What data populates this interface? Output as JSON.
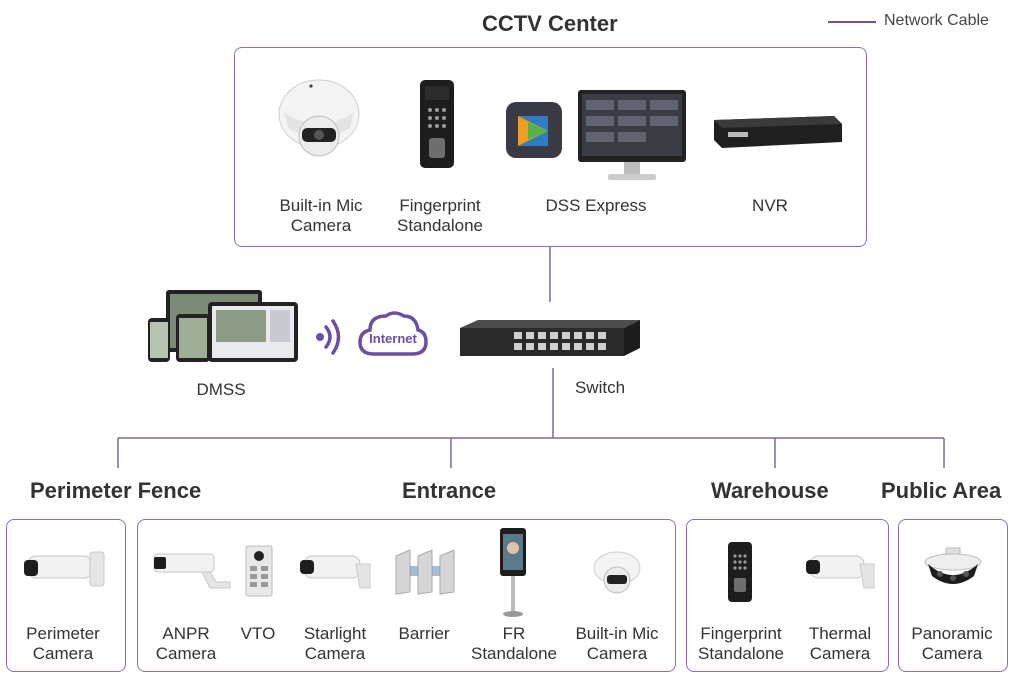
{
  "legend": {
    "label": "Network Cable",
    "color": "#6b4fa0"
  },
  "center": {
    "title": "CCTV Center",
    "devices": [
      {
        "icon": "dome-camera-icon",
        "lines": [
          "Built-in Mic",
          "Camera"
        ]
      },
      {
        "icon": "fingerprint-reader-icon",
        "lines": [
          "Fingerprint",
          "Standalone"
        ]
      },
      {
        "icon": "dss-monitor-icon",
        "lines": [
          "DSS Express"
        ]
      },
      {
        "icon": "nvr-icon",
        "lines": [
          "NVR"
        ]
      }
    ]
  },
  "middle": {
    "dmss": "DMSS",
    "internet": "Internet",
    "switch": "Switch"
  },
  "zones": [
    {
      "title": "Perimeter Fence",
      "devices": [
        {
          "icon": "bullet-camera-icon",
          "lines": [
            "Perimeter",
            "Camera"
          ]
        }
      ]
    },
    {
      "title": "Entrance",
      "devices": [
        {
          "icon": "anpr-camera-icon",
          "lines": [
            "ANPR",
            "Camera"
          ]
        },
        {
          "icon": "vto-icon",
          "lines": [
            "VTO"
          ]
        },
        {
          "icon": "starlight-camera-icon",
          "lines": [
            "Starlight",
            "Camera"
          ]
        },
        {
          "icon": "barrier-icon",
          "lines": [
            "Barrier"
          ]
        },
        {
          "icon": "face-recognition-terminal-icon",
          "lines": [
            "FR",
            "Standalone"
          ]
        },
        {
          "icon": "dome-camera-icon",
          "lines": [
            "Built-in Mic",
            "Camera"
          ]
        }
      ]
    },
    {
      "title": "Warehouse",
      "devices": [
        {
          "icon": "fingerprint-reader-icon",
          "lines": [
            "Fingerprint",
            "Standalone"
          ]
        },
        {
          "icon": "thermal-camera-icon",
          "lines": [
            "Thermal",
            "Camera"
          ]
        }
      ]
    },
    {
      "title": "Public Area",
      "devices": [
        {
          "icon": "panoramic-camera-icon",
          "lines": [
            "Panoramic",
            "Camera"
          ]
        }
      ]
    }
  ]
}
